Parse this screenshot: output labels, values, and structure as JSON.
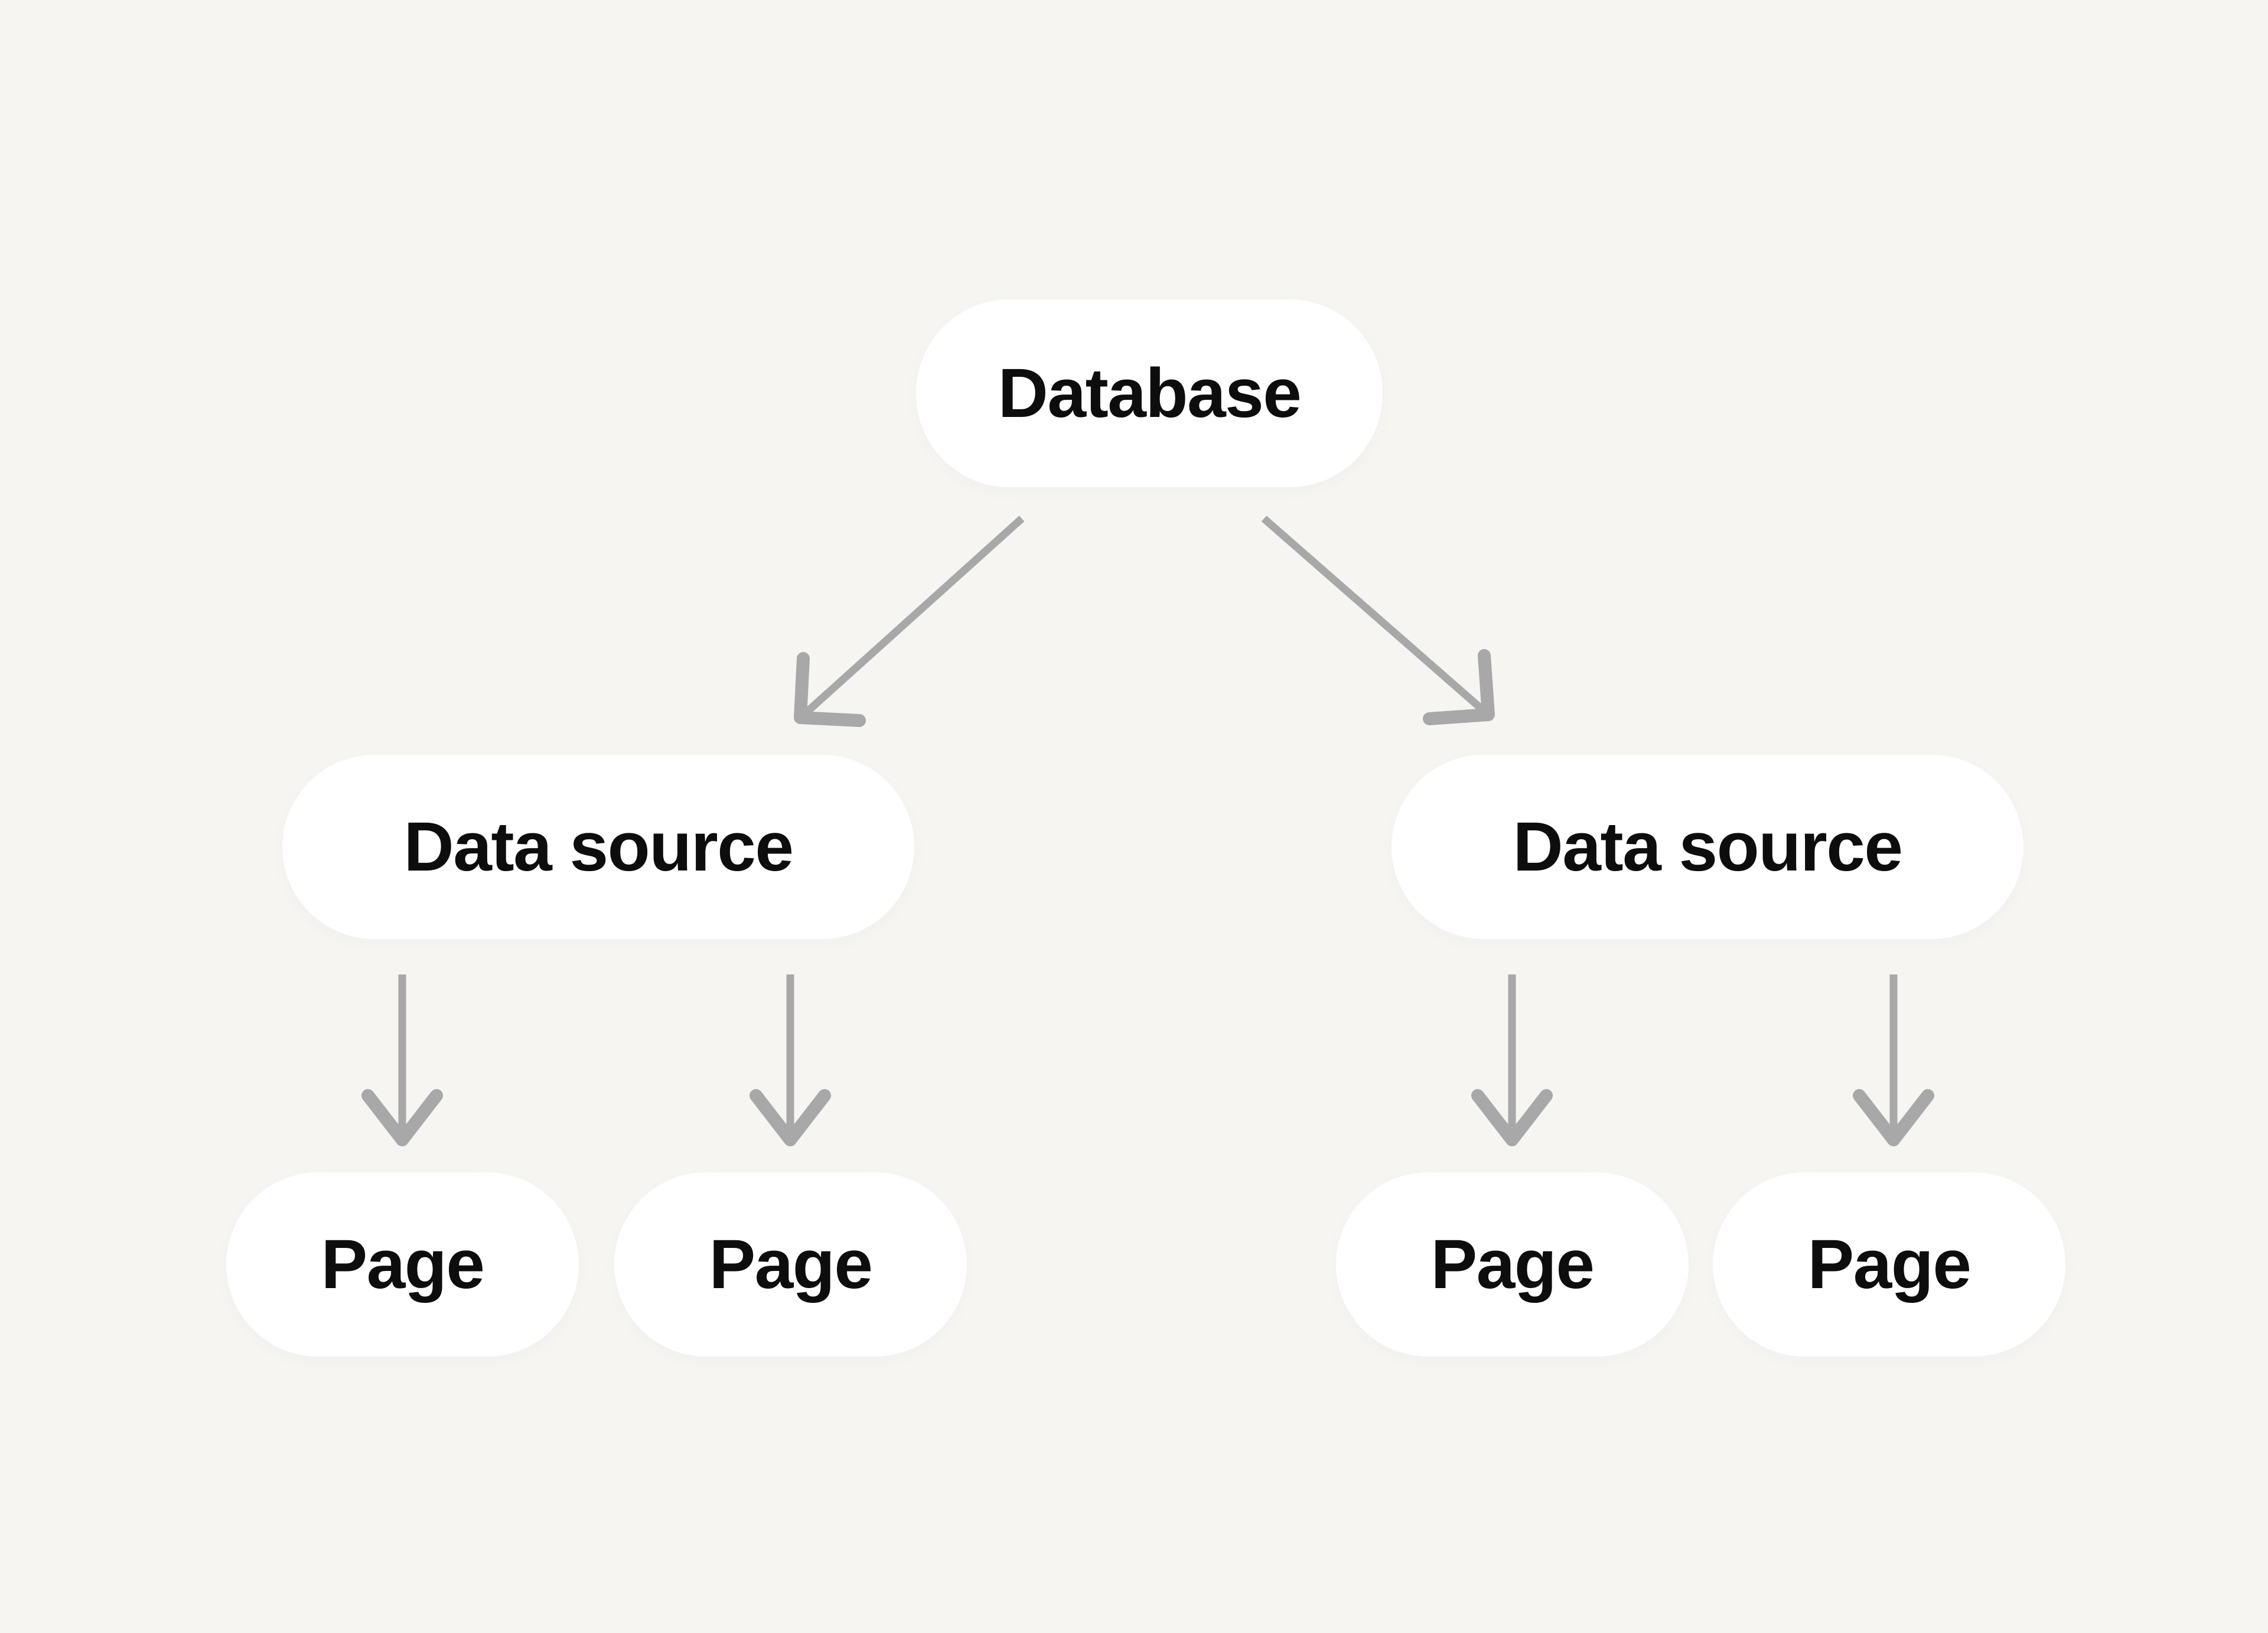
{
  "diagram": {
    "colors": {
      "background": "#F6F5F2",
      "node-fill": "#FFFFFF",
      "node-text": "#0D0D0D",
      "arrow": "#A8A8A8"
    },
    "nodes": [
      {
        "id": "database",
        "label": "Database"
      },
      {
        "id": "data-source-left",
        "label": "Data source"
      },
      {
        "id": "data-source-right",
        "label": "Data source"
      },
      {
        "id": "page-left-1",
        "label": "Page"
      },
      {
        "id": "page-left-2",
        "label": "Page"
      },
      {
        "id": "page-right-1",
        "label": "Page"
      },
      {
        "id": "page-right-2",
        "label": "Page"
      }
    ],
    "edges": [
      {
        "from": "database",
        "to": "data-source-left"
      },
      {
        "from": "database",
        "to": "data-source-right"
      },
      {
        "from": "data-source-left",
        "to": "page-left-1"
      },
      {
        "from": "data-source-left",
        "to": "page-left-2"
      },
      {
        "from": "data-source-right",
        "to": "page-right-1"
      },
      {
        "from": "data-source-right",
        "to": "page-right-2"
      }
    ]
  }
}
